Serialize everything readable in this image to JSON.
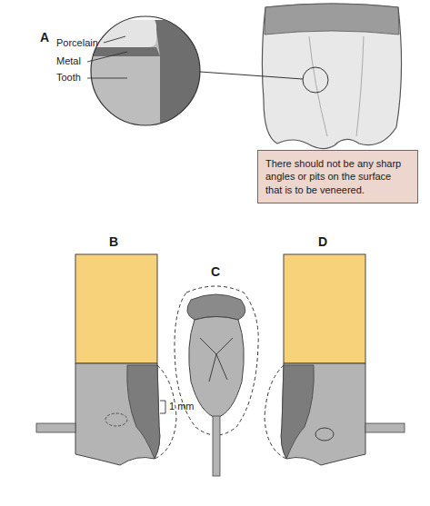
{
  "diagram": {
    "nodes": [
      {
        "text": [
          "There should not be any sharp angles or pits on the surface that is to be veneered."
        ]
      }
    ],
    "labels": [
      "A",
      "Porcelain",
      "Metal",
      "Tooth",
      "B",
      "C",
      "1 mm",
      "D"
    ]
  }
}
